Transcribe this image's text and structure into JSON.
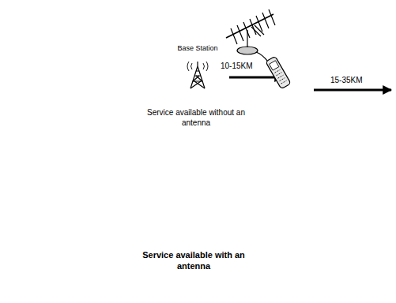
{
  "diagram": {
    "nodes": [
      {
        "text": [
          "Service available with an antenna"
        ]
      },
      {
        "text": [
          "Base Station",
          "Service available without an antenna"
        ],
        "in": 0
      }
    ],
    "labels": [
      "10-15KM",
      "15-35KM"
    ]
  }
}
